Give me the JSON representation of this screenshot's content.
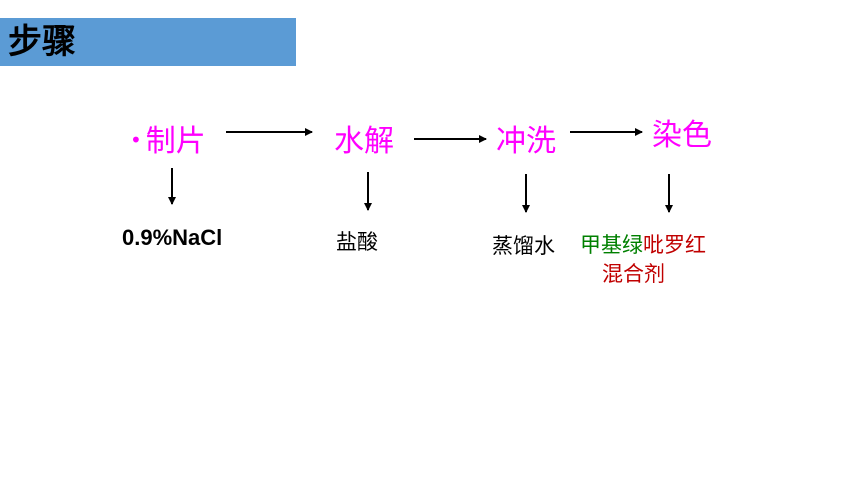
{
  "header": {
    "title": "步骤"
  },
  "steps": [
    {
      "bullet": "•",
      "label": "制片"
    },
    {
      "label": "水解"
    },
    {
      "label": "冲洗"
    },
    {
      "label": "染色"
    }
  ],
  "reagents": {
    "step1": "0.9%NaCl",
    "step2": "盐酸",
    "step3": "蒸馏水",
    "step4_part1": "甲基绿",
    "step4_part2": "吡罗红",
    "step4_line2": "混合剂"
  },
  "colors": {
    "title_bg": "#5b9bd5",
    "step_text": "#ff00ff",
    "green_text": "#008000",
    "red_text": "#c00000",
    "arrow": "#000000"
  }
}
